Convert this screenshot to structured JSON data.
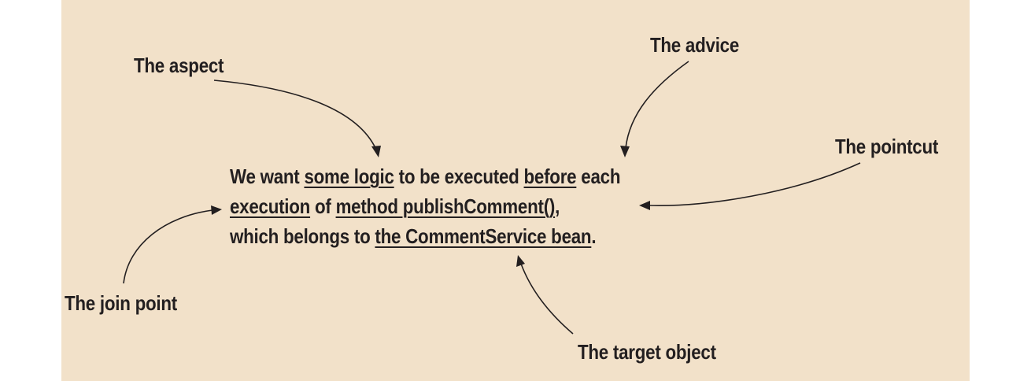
{
  "labels": {
    "aspect": "The aspect",
    "advice": "The advice",
    "pointcut": "The pointcut",
    "join_point": "The join point",
    "target_object": "The target object"
  },
  "sentence": {
    "line1": {
      "t1": "We want ",
      "u1": "some logic",
      "t2": " to be executed ",
      "u2": "before",
      "t3": " each"
    },
    "line2": {
      "u1": "execution",
      "t1": " of ",
      "u2": "method publishComment()",
      "t2": ","
    },
    "line3": {
      "t1": "which belongs to ",
      "u1": "the CommentService bean",
      "t2": "."
    }
  },
  "colors": {
    "background": "#f2e1c9",
    "text": "#231f20"
  }
}
